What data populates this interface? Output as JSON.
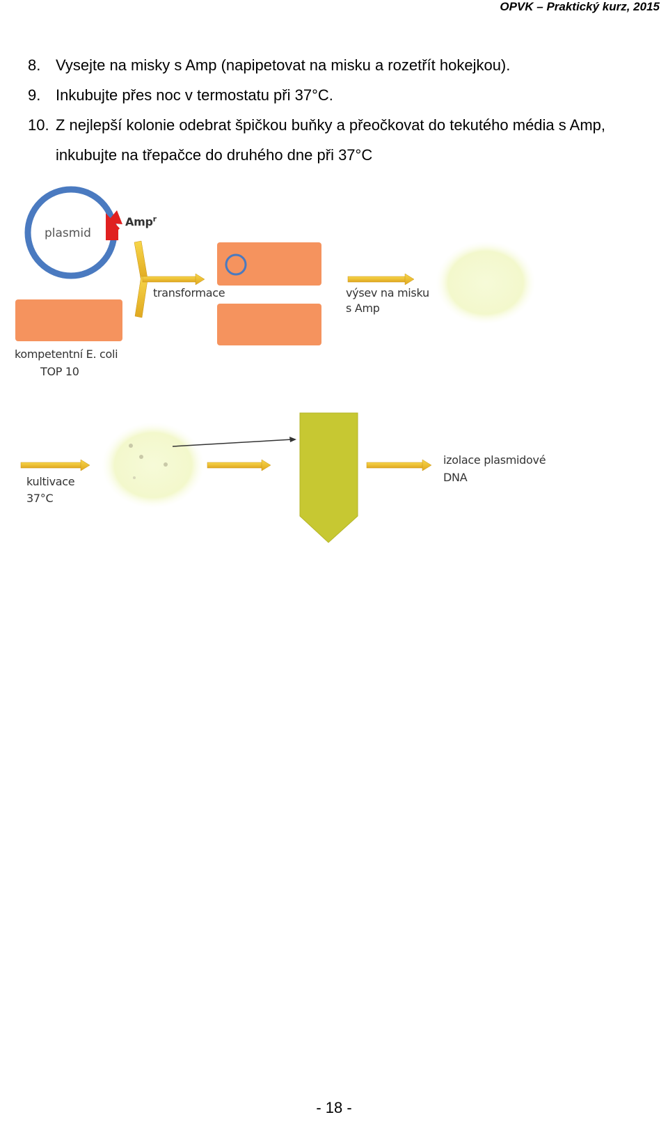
{
  "header": {
    "title": "OPVK – Praktický kurz, 2015"
  },
  "steps": [
    {
      "num": "8.",
      "text": "Vysejte na misky s Amp (napipetovat na misku a rozetřít hokejkou)."
    },
    {
      "num": "9.",
      "text": "Inkubujte přes noc v termostatu při 37°C."
    },
    {
      "num": "10.",
      "text": "Z nejlepší kolonie odebrat špičkou buňky a přeočkovat do tekutého média s Amp, inkubujte na třepačce do druhého dne při 37°C"
    }
  ],
  "diagram": {
    "plasmid_label": "plasmid",
    "amp_label": "Amp",
    "amp_superscript": "r",
    "transformation_label": "transformace",
    "plating_label_line1": "výsev na misku",
    "plating_label_line2": "s Amp",
    "ecoli_label_line1": "kompetentní E. coli",
    "ecoli_label_line2": "TOP 10",
    "cultivation_label_line1": "kultivace",
    "cultivation_label_line2": "37°C",
    "isolation_label_line1": "izolace plasmidové",
    "isolation_label_line2": "DNA",
    "colors": {
      "plasmid": "#4a7ac0",
      "cell": "#f5935e",
      "arrow": "#f2c230",
      "plate": "#f4f8cf",
      "tube": "#c7c832",
      "amp_marker": "#e02020"
    }
  },
  "footer": {
    "page_number": "- 18 -"
  }
}
